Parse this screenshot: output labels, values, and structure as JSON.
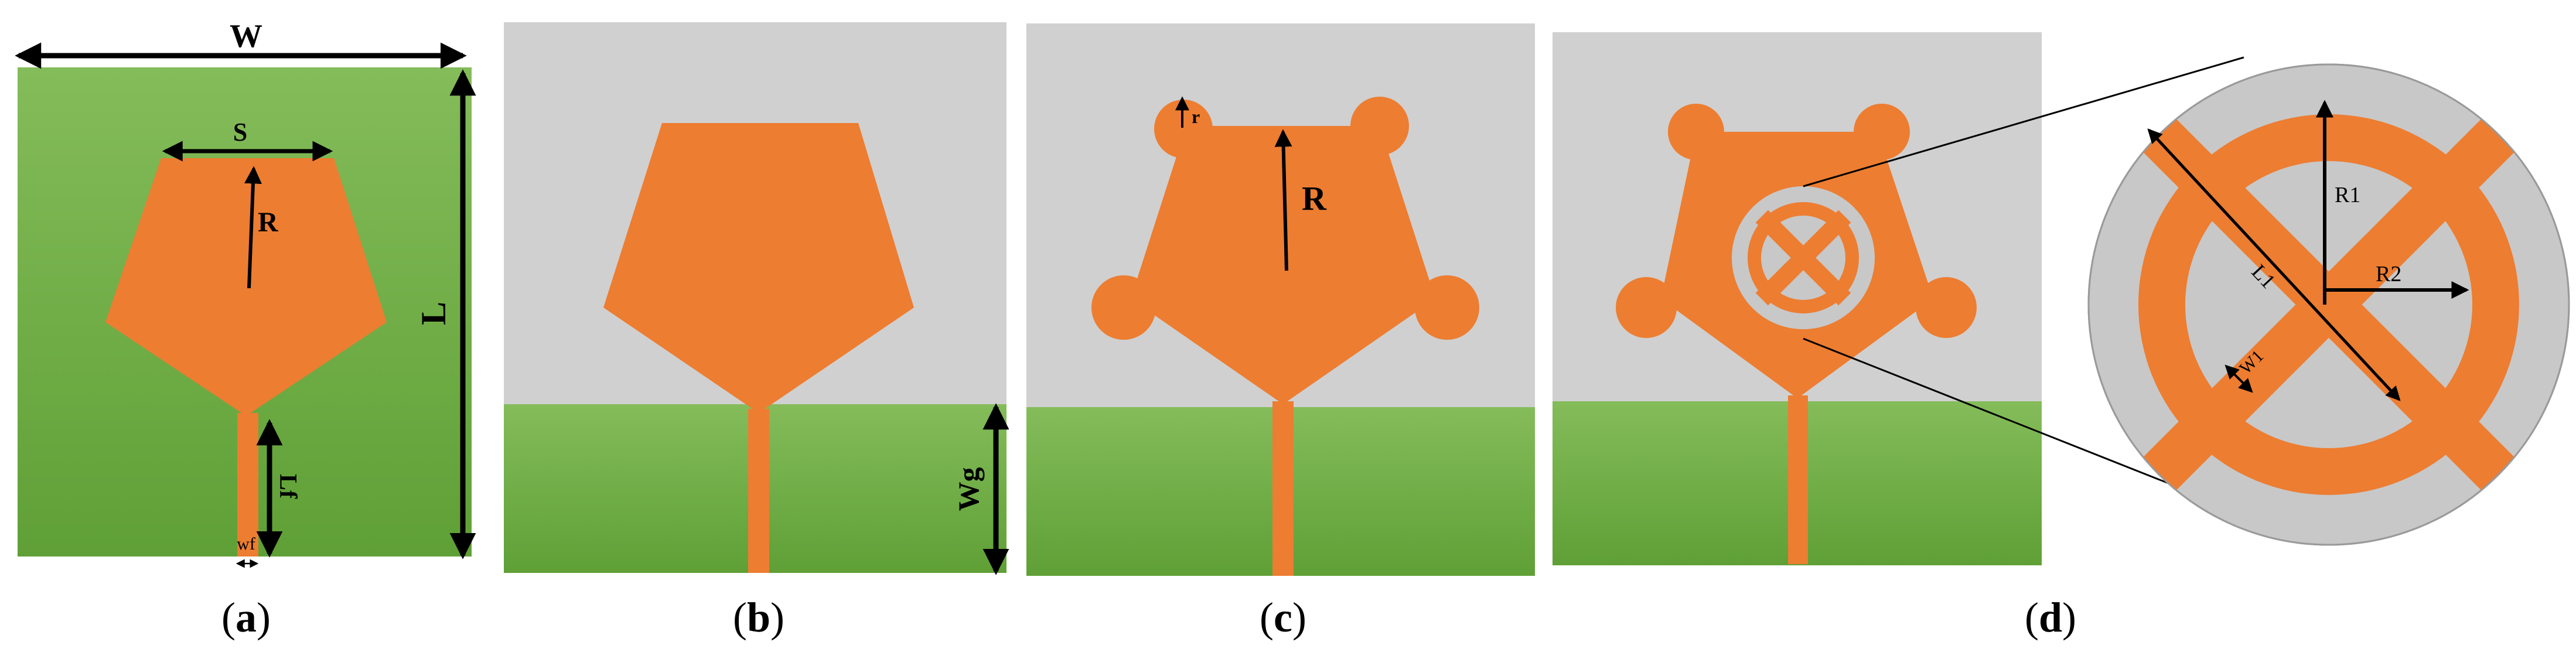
{
  "colors": {
    "patch": "#ED7D31",
    "substrate_light": "#84BC5A",
    "substrate_dark": "#5FA036",
    "background_gray": "#D0D0D0",
    "inset_ring_gray": "#C8C8C8",
    "arrow": "#000000"
  },
  "panels": {
    "a": {
      "caption_open": "(",
      "caption_letter": "a",
      "caption_close": ")",
      "labels": {
        "W": "W",
        "L": "L",
        "S": "S",
        "R": "R",
        "Lf": "Lf",
        "wf": "wf"
      }
    },
    "b": {
      "caption_open": "(",
      "caption_letter": "b",
      "caption_close": ")"
    },
    "c": {
      "caption_open": "(",
      "caption_letter": "c",
      "caption_close": ")",
      "labels": {
        "r": "r",
        "R": "R",
        "Wg": "Wg"
      }
    },
    "d": {
      "caption_open": "(",
      "caption_letter": "d",
      "caption_close": ")",
      "labels": {
        "R1": "R1",
        "R2": "R2",
        "L1": "L1",
        "W1": "W1"
      }
    }
  }
}
